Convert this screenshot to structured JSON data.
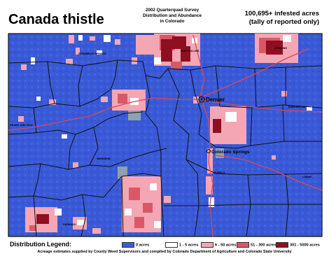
{
  "title": "Canada thistle",
  "survey": {
    "line1": "2002 Quarterquad Survey",
    "line2": "Distribution and Abundance",
    "line3": "in Colorado"
  },
  "acres": {
    "line1": "100,695+ infested acres",
    "line2": "(tally of reported only)"
  },
  "cities": {
    "denver": "Denver",
    "colorado_springs": "Colorado Springs",
    "grand_junction": "GRAND JUNCTION",
    "steamboat": "STEAMBOAT SPRINGS",
    "fort_collins": "FORT COLLINS",
    "sterling": "STERLING",
    "burlington": "BURLINGTON",
    "pueblo": "PUEBLO",
    "lamar": "LAMAR",
    "gunnison": "GUNNISON",
    "durango": "DURANGO"
  },
  "legend": {
    "title": "Distribution Legend:",
    "items": [
      {
        "label": "0 acres",
        "color": "#3c5bd8"
      },
      {
        "label": "1 - 5 acres",
        "color": "#ffffff"
      },
      {
        "label": "6 - 50 acres",
        "color": "#f4a6b4"
      },
      {
        "label": "51 - 300 acres",
        "color": "#d95868"
      },
      {
        "label": "301 - 5000 acres",
        "color": "#8e1020"
      }
    ]
  },
  "credit": "Acreage estimates supplied by County Weed Supervisors and compiled by Colorado Department of Agriculture and Colorado State University",
  "colors": {
    "surveyed_blue": "#3c5bd8",
    "unsurveyed": "#8fa1ae",
    "low": "#f4a6b4",
    "mid": "#d95868",
    "high": "#8e1020",
    "roads": "#d8485a",
    "county_lines": "#111111"
  }
}
